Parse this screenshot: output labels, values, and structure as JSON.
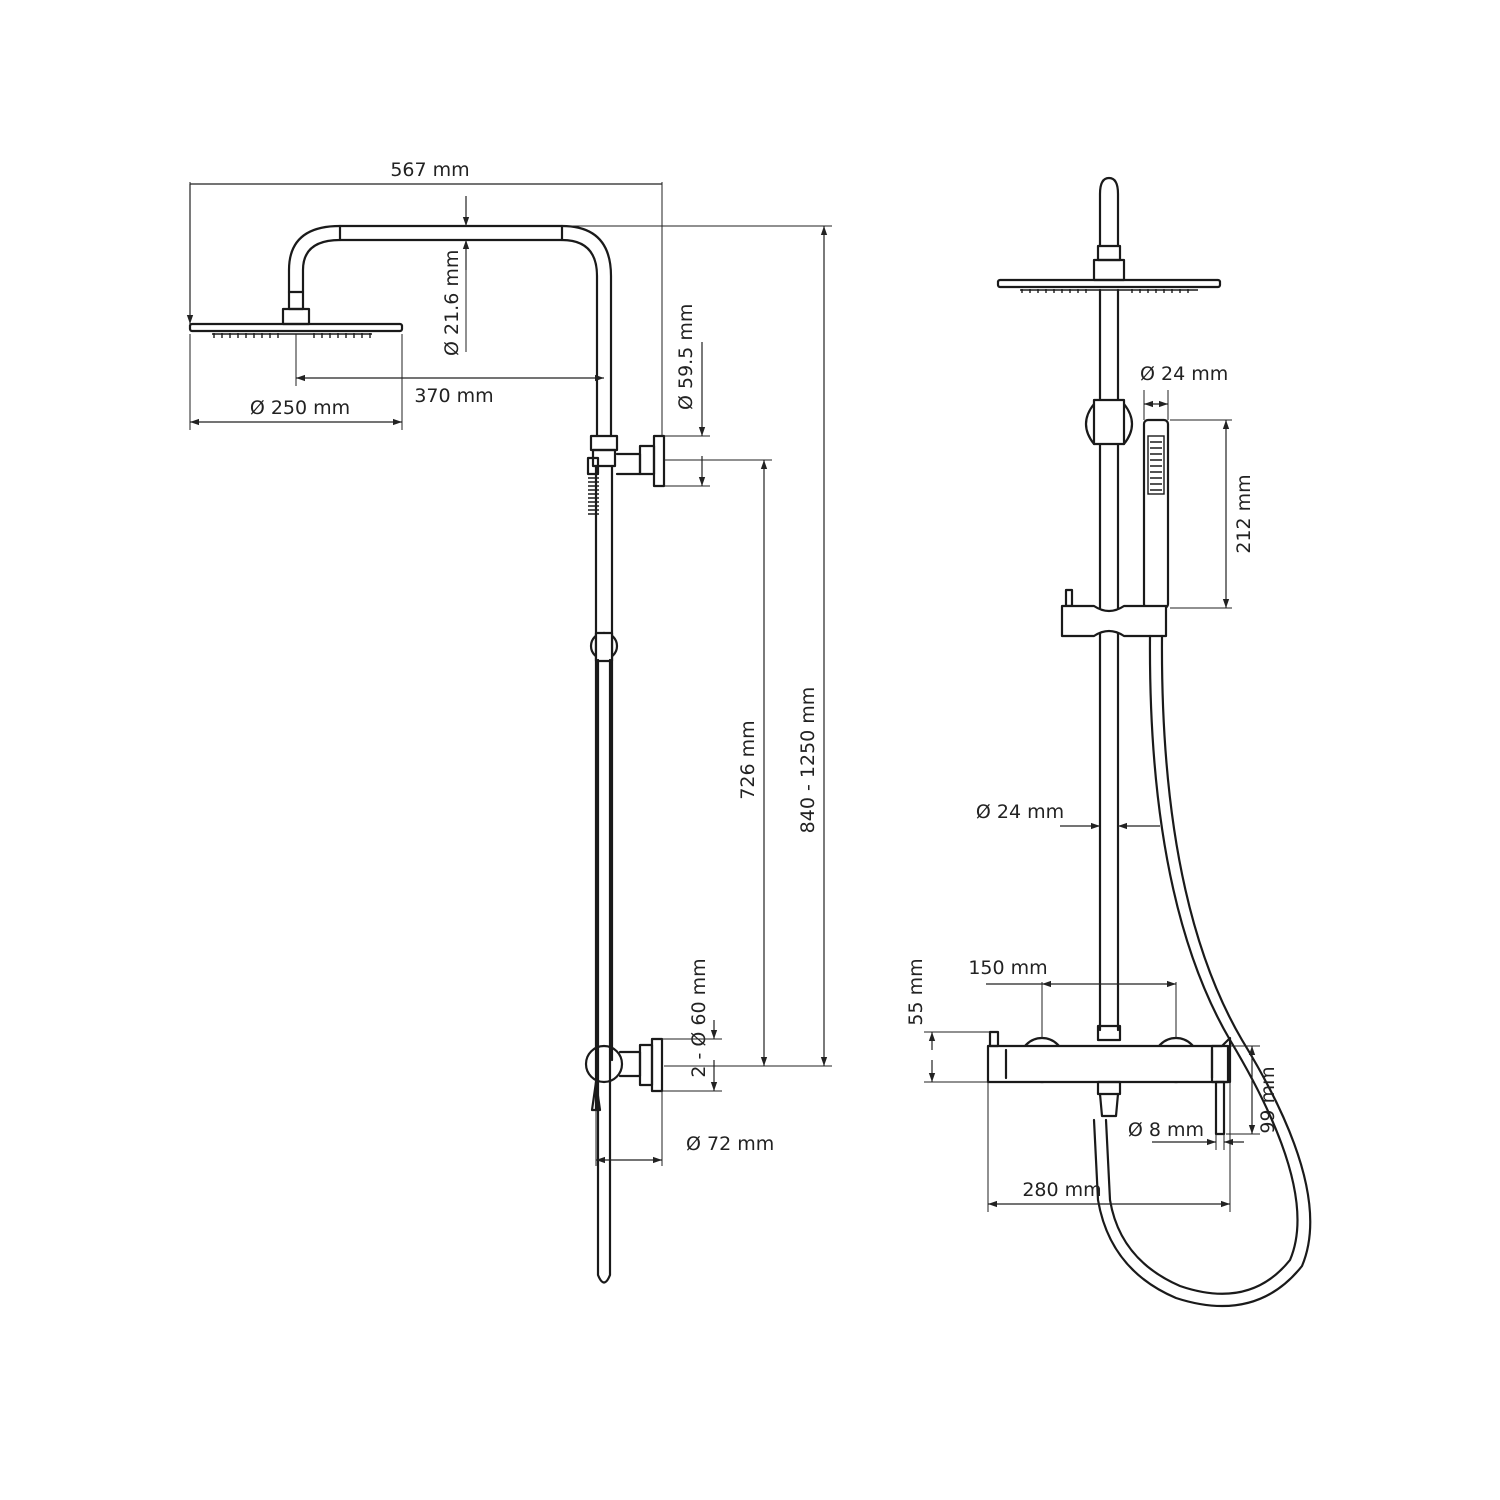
{
  "side_view": {
    "dimensions": {
      "overall_width": "567 mm",
      "arm_pipe_diameter": "Ø 21.6 mm",
      "head_reach": "370 mm",
      "head_diameter": "Ø 250 mm",
      "upper_flange_diameter": "Ø 59.5 mm",
      "connection_spacing": "726 mm",
      "height_range": "840 - 1250 mm",
      "lower_flanges": "2 - Ø 60 mm",
      "wall_distance": "Ø 72 mm"
    }
  },
  "front_view": {
    "dimensions": {
      "handshower_diameter": "Ø 24 mm",
      "handshower_length": "212 mm",
      "riser_diameter": "Ø 24 mm",
      "inlet_spacing": "150 mm",
      "mixer_height": "55 mm",
      "spout_drop": "99 mm",
      "spout_diameter": "Ø 8 mm",
      "mixer_width": "280 mm"
    }
  }
}
